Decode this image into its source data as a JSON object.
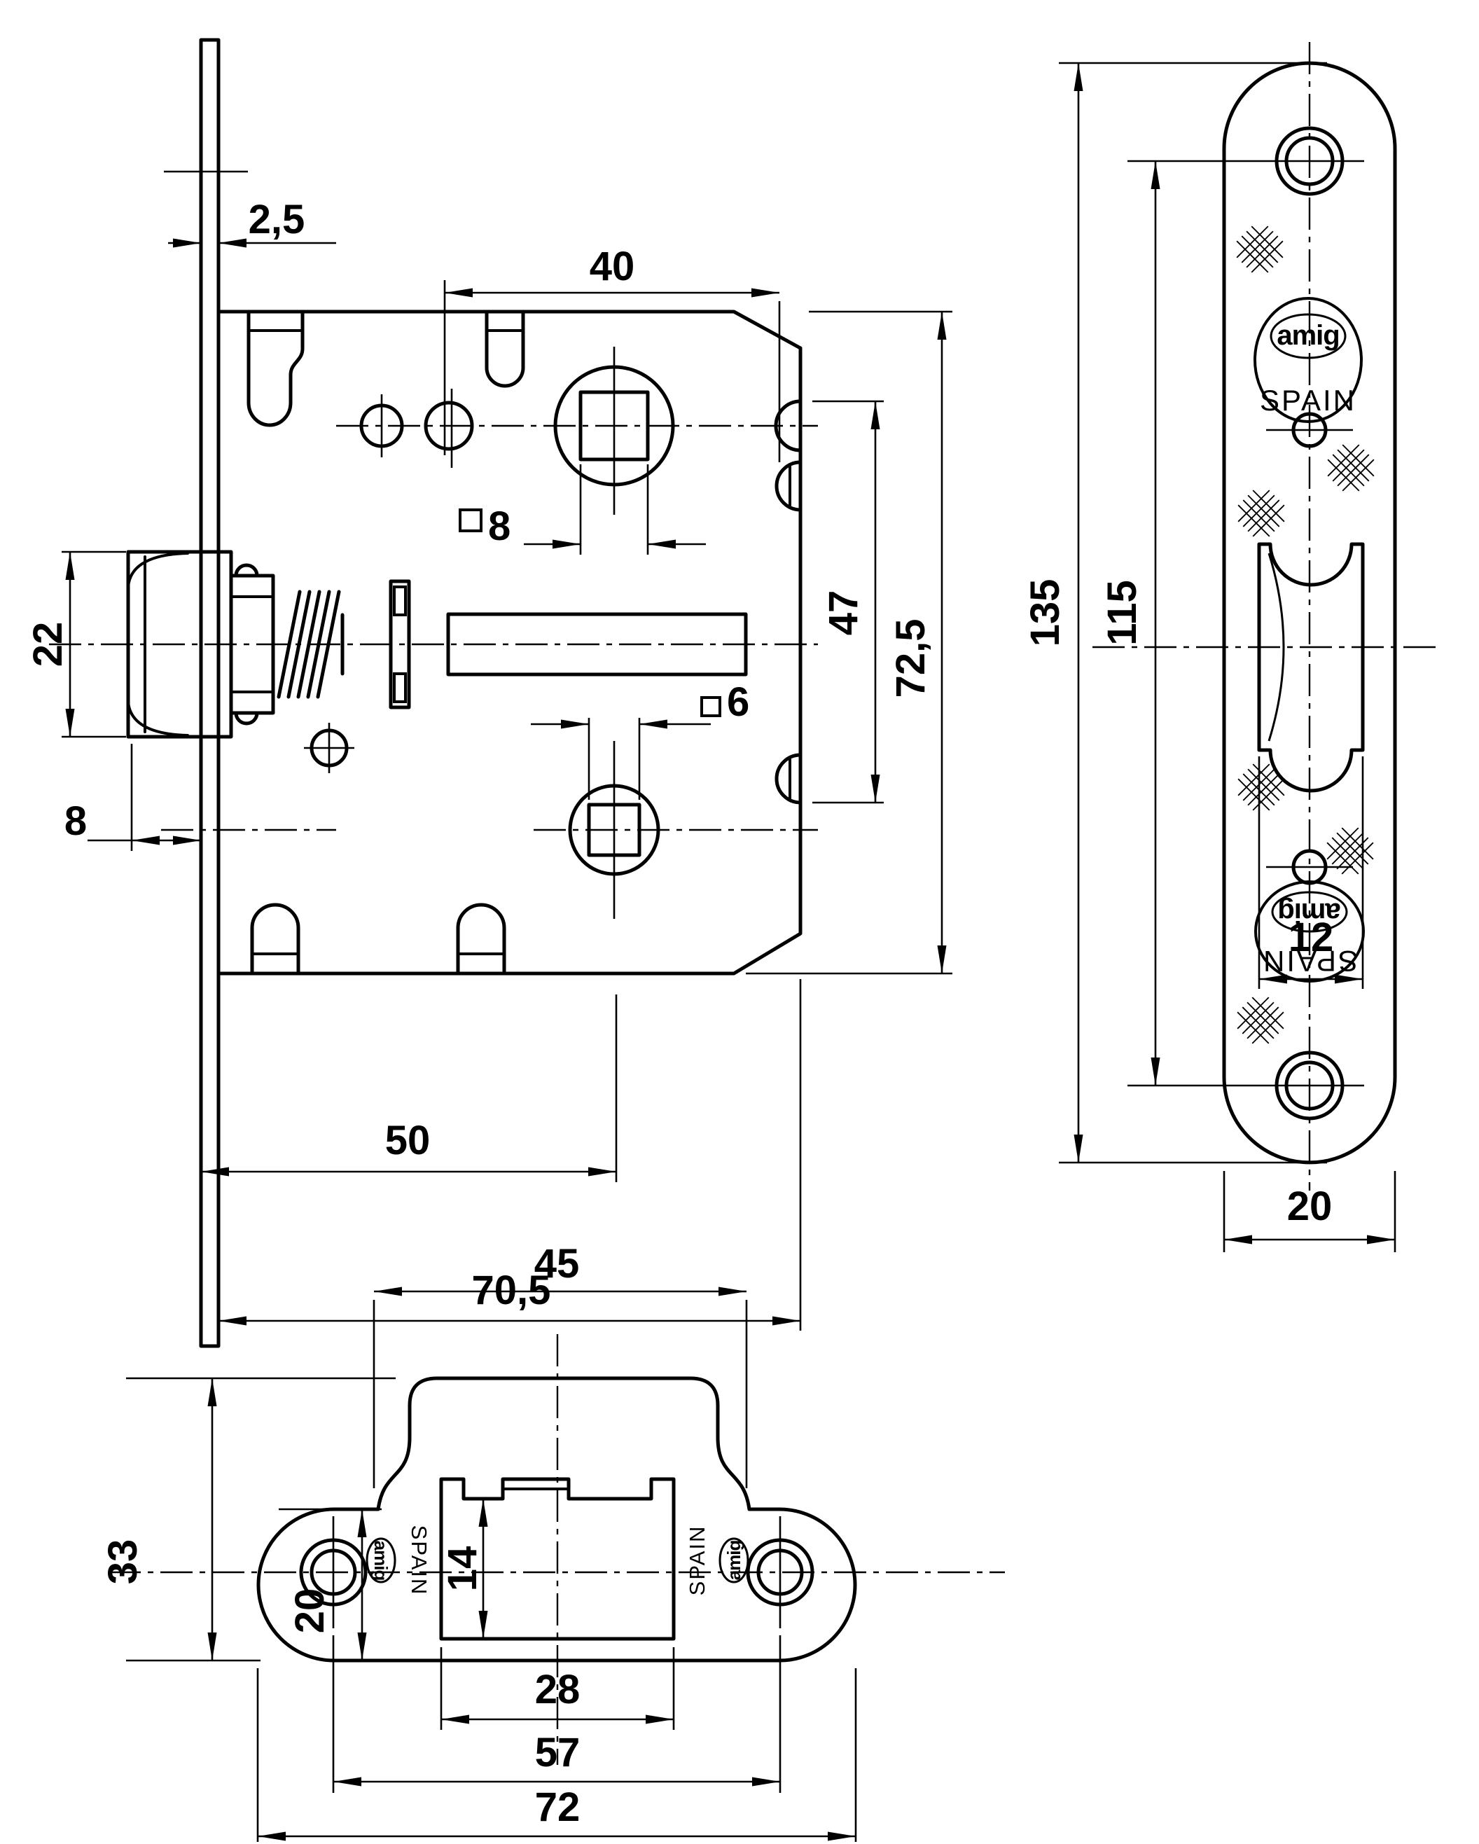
{
  "drawing": {
    "type": "mortise-lock technical drawing",
    "views": {
      "lock_body": {
        "dims": {
          "faceplate_thickness": "2,5",
          "hub_span": "40",
          "spindle_square": "8",
          "latch_height": "22",
          "latch_offset": "8",
          "deadbolt_square": "6",
          "hub_distance": "47",
          "case_height": "72,5",
          "backset": "50",
          "case_depth": "70,5"
        }
      },
      "faceplate": {
        "dims": {
          "length": "135",
          "screw_spacing": "115",
          "latch_width": "12",
          "width": "20"
        },
        "logo_top": {
          "brand": "amig",
          "country": "SPAIN"
        },
        "logo_bottom": {
          "brand": "amig",
          "country": "SPAIN"
        }
      },
      "strike_plate": {
        "dims": {
          "tab_width": "45",
          "height": "33",
          "plate_height": "20",
          "opening_height": "14",
          "opening_width": "28",
          "screw_spacing": "57",
          "width": "72"
        },
        "logo_left": {
          "brand": "amig",
          "country": "SPAIN"
        },
        "logo_right": {
          "brand": "amig",
          "country": "SPAIN"
        }
      }
    }
  }
}
